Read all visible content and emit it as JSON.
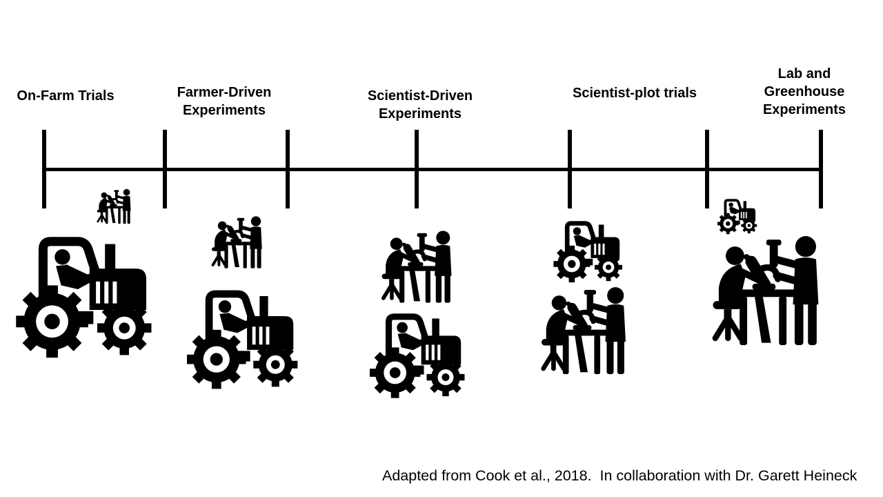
{
  "diagram": {
    "title_implicit": "Continuum of agricultural research approaches",
    "stages": [
      {
        "label": "On-Farm Trials",
        "icons": [
          "lab-scientists-small",
          "tractor-xlarge"
        ]
      },
      {
        "label": "Farmer-Driven\nExperiments",
        "icons": [
          "lab-scientists-medium-small",
          "tractor-large"
        ]
      },
      {
        "label": "Scientist-Driven\nExperiments",
        "icons": [
          "lab-scientists-medium",
          "tractor-medium"
        ]
      },
      {
        "label": "Scientist-plot trials",
        "icons": [
          "tractor-medium-small",
          "lab-scientists-medium-large"
        ]
      },
      {
        "label": "Lab and\nGreenhouse\nExperiments",
        "icons": [
          "tractor-small",
          "lab-scientists-xlarge"
        ]
      }
    ],
    "axis": {
      "tick_count": 7
    }
  },
  "icons": {
    "tractor": "tractor-with-driver-and-cog-wheels",
    "lab_scientists": "two-scientists-at-lab-bench-with-microscope-and-test-tube"
  },
  "caption": {
    "text": "Adapted from Cook et al., 2018.  In collaboration with Dr. Garett Heineck"
  },
  "colors": {
    "ink": "#000000",
    "background": "#ffffff"
  }
}
